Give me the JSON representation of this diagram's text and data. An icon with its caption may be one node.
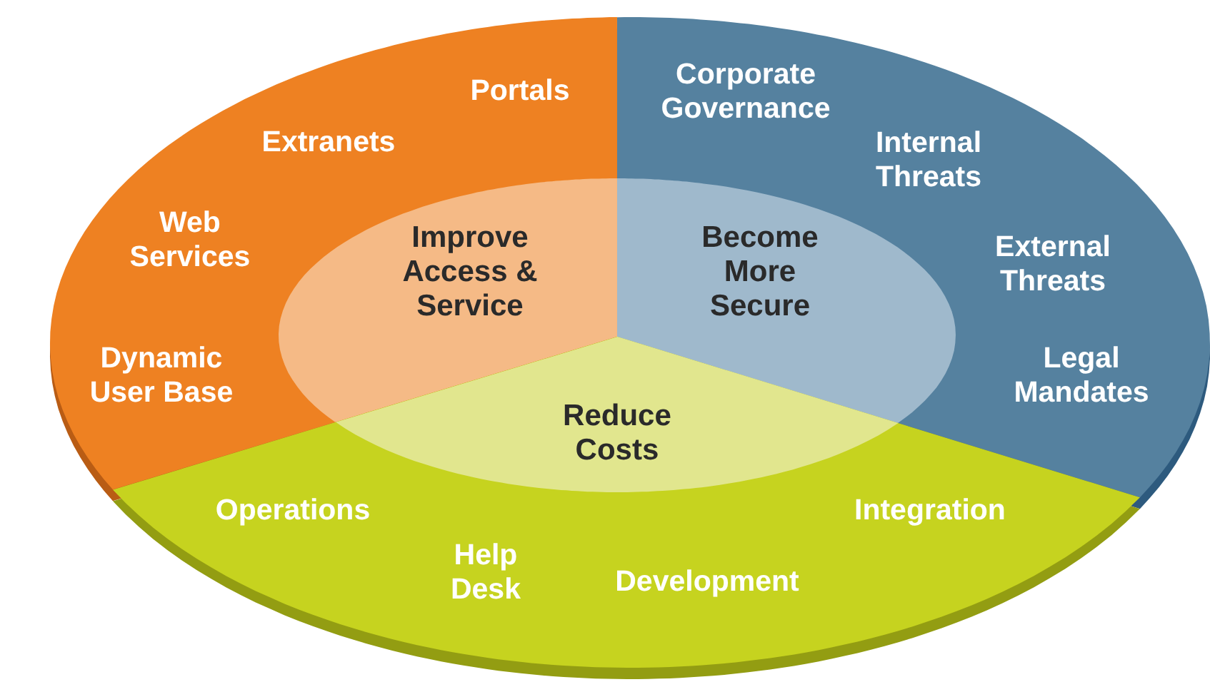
{
  "diagram": {
    "nodes": [
      {
        "text": [
          "Portals",
          "Extranets",
          "Web Services",
          "Dynamic User Base"
        ]
      },
      {
        "text": [
          "Improve Access & Service"
        ],
        "in": 0
      },
      {
        "text": [
          "Corporate Governance",
          "Internal Threats",
          "External Threats",
          "Legal Mandates"
        ]
      },
      {
        "text": [
          "Become More Secure"
        ],
        "in": 2
      },
      {
        "text": [
          "Operations",
          "Help Desk",
          "Development",
          "Integration"
        ]
      },
      {
        "text": [
          "Reduce Costs"
        ],
        "in": 4
      }
    ]
  }
}
